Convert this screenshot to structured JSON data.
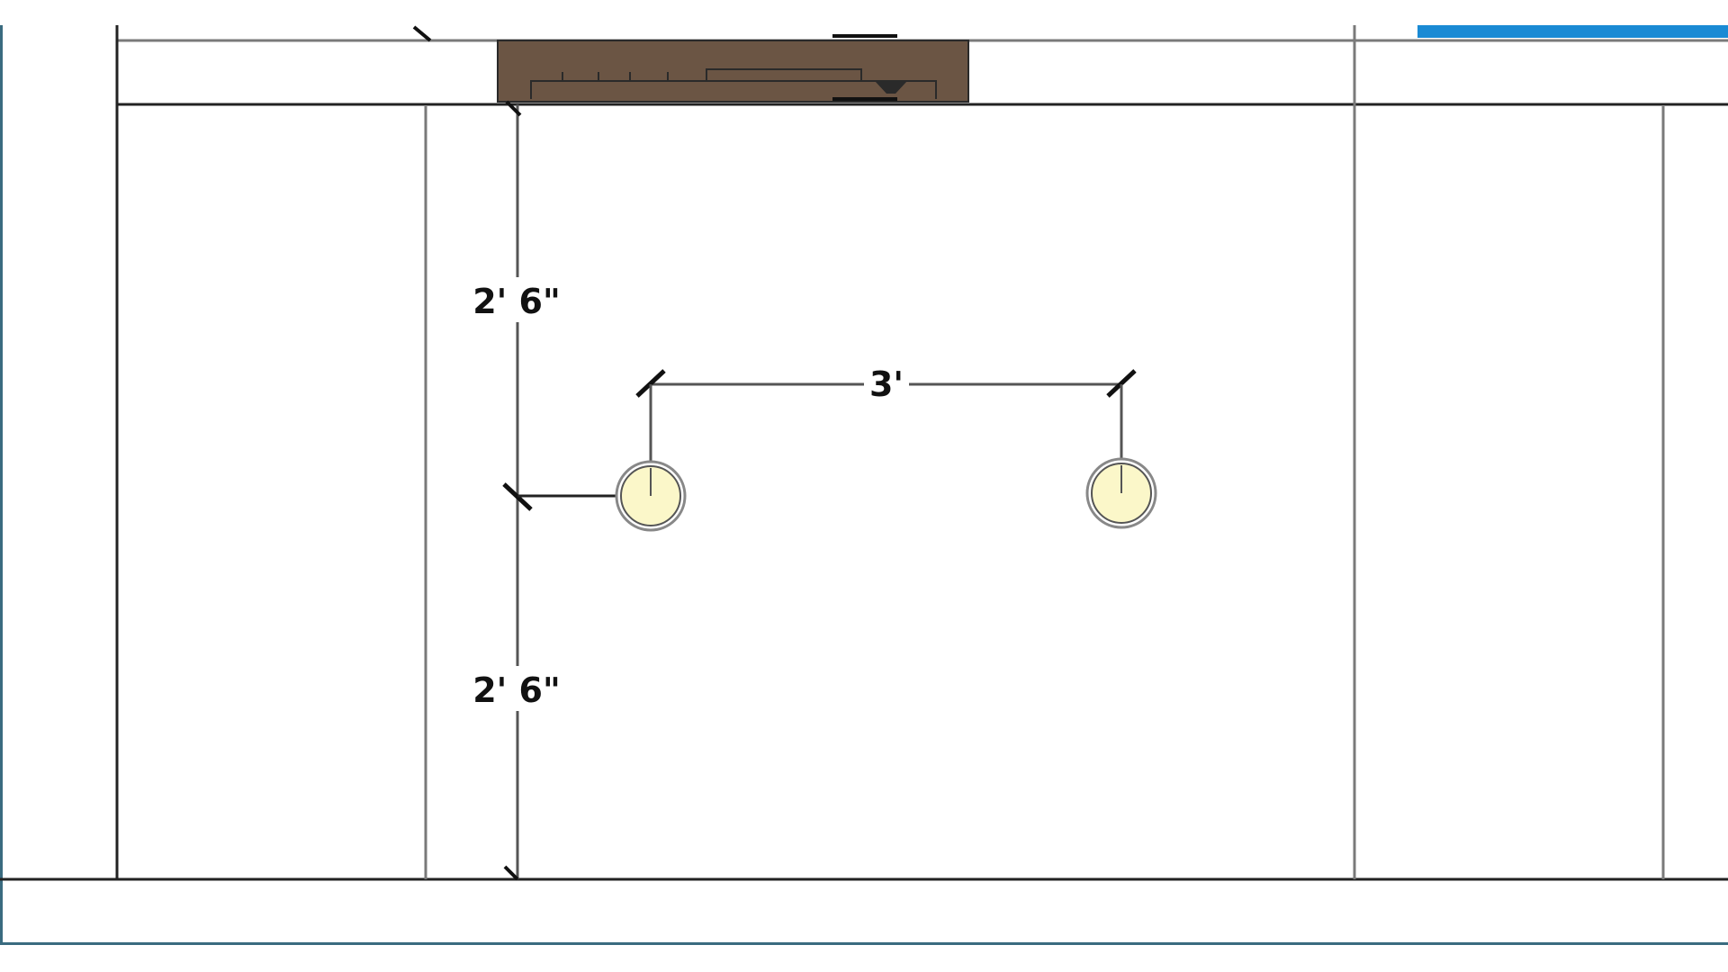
{
  "drawing": {
    "dimensions": {
      "upper_vertical": "2' 6\"",
      "lower_vertical": "2' 6\"",
      "horizontal_spacing": "3'"
    },
    "colors": {
      "background": "#ffffff",
      "wall_line": "#222222",
      "thin_line": "#7a7a7a",
      "dimension_line": "#555555",
      "tick": "#111111",
      "counter_wood": "#6b5544",
      "counter_outline": "#2a2a2a",
      "light_fill": "#fbf7c9",
      "light_ring": "#888888",
      "selection_bar": "#1a8ad4",
      "frame_border": "#3a6b80"
    },
    "icons": {
      "light_fixture": "recessed-light-icon",
      "counter": "wood-counter-icon"
    }
  }
}
